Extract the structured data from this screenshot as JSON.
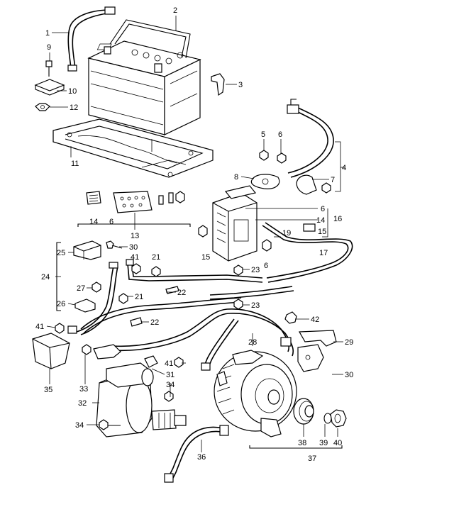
{
  "diagram": {
    "callouts": [
      {
        "id": "c1",
        "text": "1"
      },
      {
        "id": "c2",
        "text": "2"
      },
      {
        "id": "c3",
        "text": "3"
      },
      {
        "id": "c4",
        "text": "4"
      },
      {
        "id": "c5",
        "text": "5"
      },
      {
        "id": "c6a",
        "text": "6"
      },
      {
        "id": "c6b",
        "text": "6"
      },
      {
        "id": "c6c",
        "text": "6"
      },
      {
        "id": "c6d",
        "text": "6"
      },
      {
        "id": "c7",
        "text": "7"
      },
      {
        "id": "c8",
        "text": "8"
      },
      {
        "id": "c9",
        "text": "9"
      },
      {
        "id": "c10",
        "text": "10"
      },
      {
        "id": "c11",
        "text": "11"
      },
      {
        "id": "c12",
        "text": "12"
      },
      {
        "id": "c13",
        "text": "13"
      },
      {
        "id": "c14a",
        "text": "14"
      },
      {
        "id": "c14b",
        "text": "14"
      },
      {
        "id": "c15a",
        "text": "15"
      },
      {
        "id": "c15b",
        "text": "15"
      },
      {
        "id": "c16",
        "text": "16"
      },
      {
        "id": "c17",
        "text": "17"
      },
      {
        "id": "c19",
        "text": "19"
      },
      {
        "id": "c21a",
        "text": "21"
      },
      {
        "id": "c21b",
        "text": "21"
      },
      {
        "id": "c22a",
        "text": "22"
      },
      {
        "id": "c22b",
        "text": "22"
      },
      {
        "id": "c23a",
        "text": "23"
      },
      {
        "id": "c23b",
        "text": "23"
      },
      {
        "id": "c24",
        "text": "24"
      },
      {
        "id": "c25",
        "text": "25"
      },
      {
        "id": "c26",
        "text": "26"
      },
      {
        "id": "c27",
        "text": "27"
      },
      {
        "id": "c28",
        "text": "28"
      },
      {
        "id": "c29",
        "text": "29"
      },
      {
        "id": "c30a",
        "text": "30"
      },
      {
        "id": "c30b",
        "text": "30"
      },
      {
        "id": "c31",
        "text": "31"
      },
      {
        "id": "c32",
        "text": "32"
      },
      {
        "id": "c33",
        "text": "33"
      },
      {
        "id": "c34a",
        "text": "34"
      },
      {
        "id": "c34b",
        "text": "34"
      },
      {
        "id": "c35",
        "text": "35"
      },
      {
        "id": "c36",
        "text": "36"
      },
      {
        "id": "c37",
        "text": "37"
      },
      {
        "id": "c38",
        "text": "38"
      },
      {
        "id": "c39",
        "text": "39"
      },
      {
        "id": "c40",
        "text": "40"
      },
      {
        "id": "c41a",
        "text": "41"
      },
      {
        "id": "c41b",
        "text": "41"
      },
      {
        "id": "c41c",
        "text": "41"
      },
      {
        "id": "c42",
        "text": "42"
      }
    ]
  }
}
